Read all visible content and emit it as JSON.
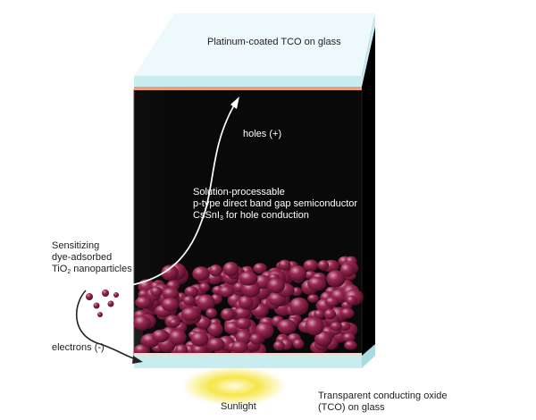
{
  "top_electrode": {
    "label": "Platinum-coated TCO on glass"
  },
  "holes": {
    "label": "holes (+)"
  },
  "hole_conductor": {
    "line1": "Solution-processable",
    "line2": "p-type direct band gap semiconductor",
    "line3_pre": "CsSnI",
    "line3_sub": "3",
    "line3_post": " for hole conduction"
  },
  "nanoparticles": {
    "line1": "Sensitizing",
    "line2": "dye-adsorbed",
    "line3_pre": "TiO",
    "line3_sub": "2",
    "line3_post": " nanoparticles"
  },
  "electrons": {
    "label": "electrons (-)"
  },
  "sunlight": {
    "label": "Sunlight"
  },
  "bottom_electrode": {
    "line1": "Transparent conducting oxide",
    "line2": "(TCO) on glass"
  },
  "colors": {
    "glass": "#c8ecf0",
    "glass_top": "#eef9fb",
    "platinum": "#e9a07a",
    "cell_interior": "#0a0a0a",
    "particle": "#7a1838",
    "particle_highlight": "#d8a0b8",
    "sunlight": "#f6e64a",
    "arrow": "#ffffff"
  }
}
